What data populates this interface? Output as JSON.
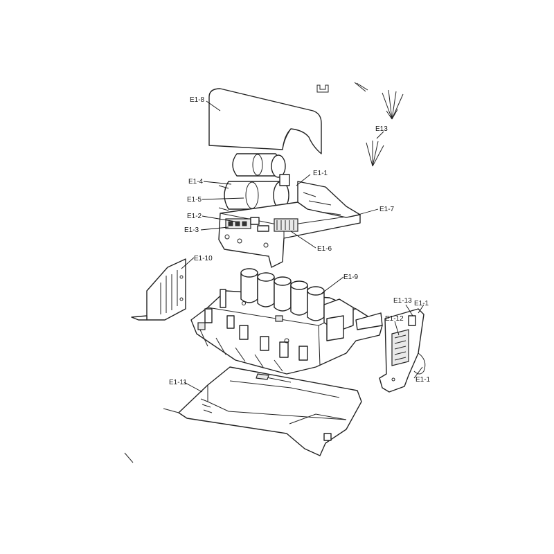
{
  "labels": {
    "e1_8": "E1-8",
    "e1_1": "E1-1",
    "e1_4": "E1-4",
    "e1_5": "E1-5",
    "e1_2": "E1-2",
    "e1_3": "E1-3",
    "e1_7": "E1-7",
    "e1_6": "E1-6",
    "e13": "E13",
    "e1_10": "E1-10",
    "e1_9": "E1-9",
    "e1_13": "E1-13",
    "e1_14": "E1-1",
    "e1_12": "E1-12",
    "e1_15": "E1-1",
    "e1_11": "E1-11"
  }
}
